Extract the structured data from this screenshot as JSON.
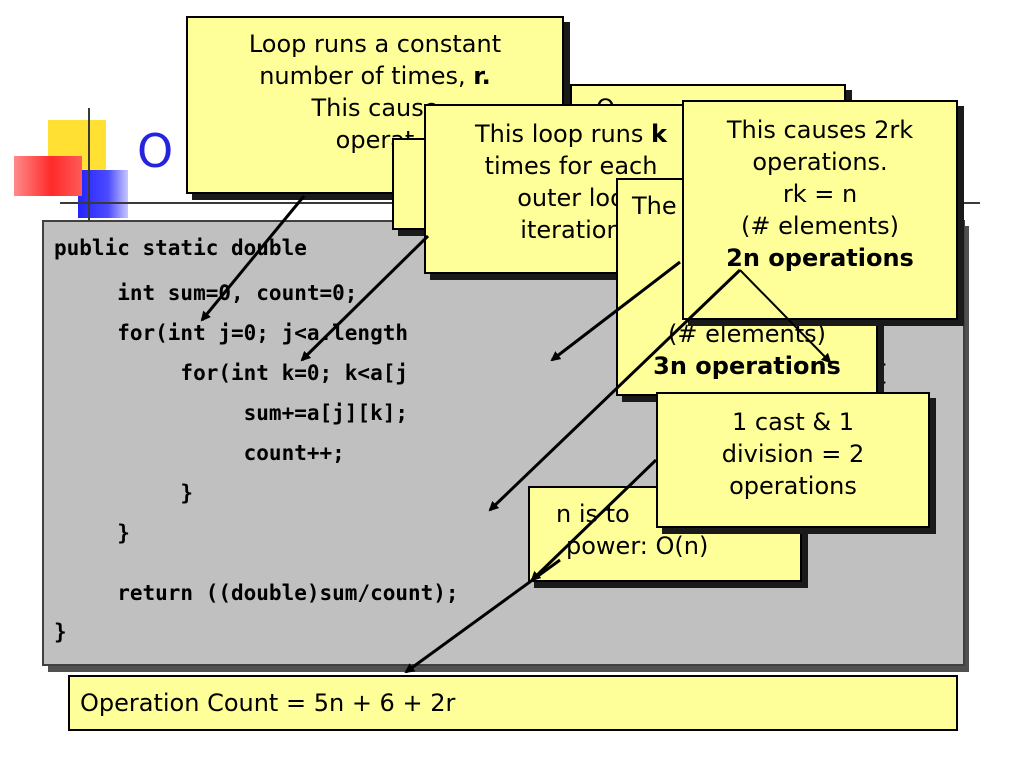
{
  "slide": {
    "title": "O",
    "code_lines": [
      "public static double",
      "     int sum=0, count=0;",
      "     for(int j=0; j<a.length",
      "          for(int k=0; k<a[j",
      "               sum+=a[j][k];",
      "               count++;",
      "          }",
      "     }",
      "     return ((double)sum/count);",
      "}",
      "){"
    ],
    "callouts": {
      "loop_r": {
        "line1": "Loop runs a constant",
        "line2": "number of times, ",
        "line2_bold": "r.",
        "line3": "This cause",
        "line4": "operat"
      },
      "hidden_top": {
        "text": "O"
      },
      "loop_k": {
        "line1": "This loop runs ",
        "line1_bold": "k",
        "line2": "times for each",
        "line3": "outer loo",
        "line4": "iteration"
      },
      "three_n": {
        "line1": "The",
        "line2": "(# elements)",
        "line3_bold": "3n operations"
      },
      "two_rk": {
        "line1": "This causes 2rk",
        "line2": "operations.",
        "line3": "rk = n",
        "line4": "(# elements)",
        "line5_bold": "2n operations"
      },
      "cast": {
        "line1": "1 cast & 1",
        "line2": "division = 2",
        "line3": "operations"
      },
      "n_power": {
        "line1": "n is to",
        "line2": "power:  O(n)"
      }
    },
    "operation_count": "Operation Count =  5n + 6 + 2r",
    "colors": {
      "callout_bg": "#ffff99",
      "code_bg": "#c0c0c0",
      "title": "#2424e0"
    }
  }
}
